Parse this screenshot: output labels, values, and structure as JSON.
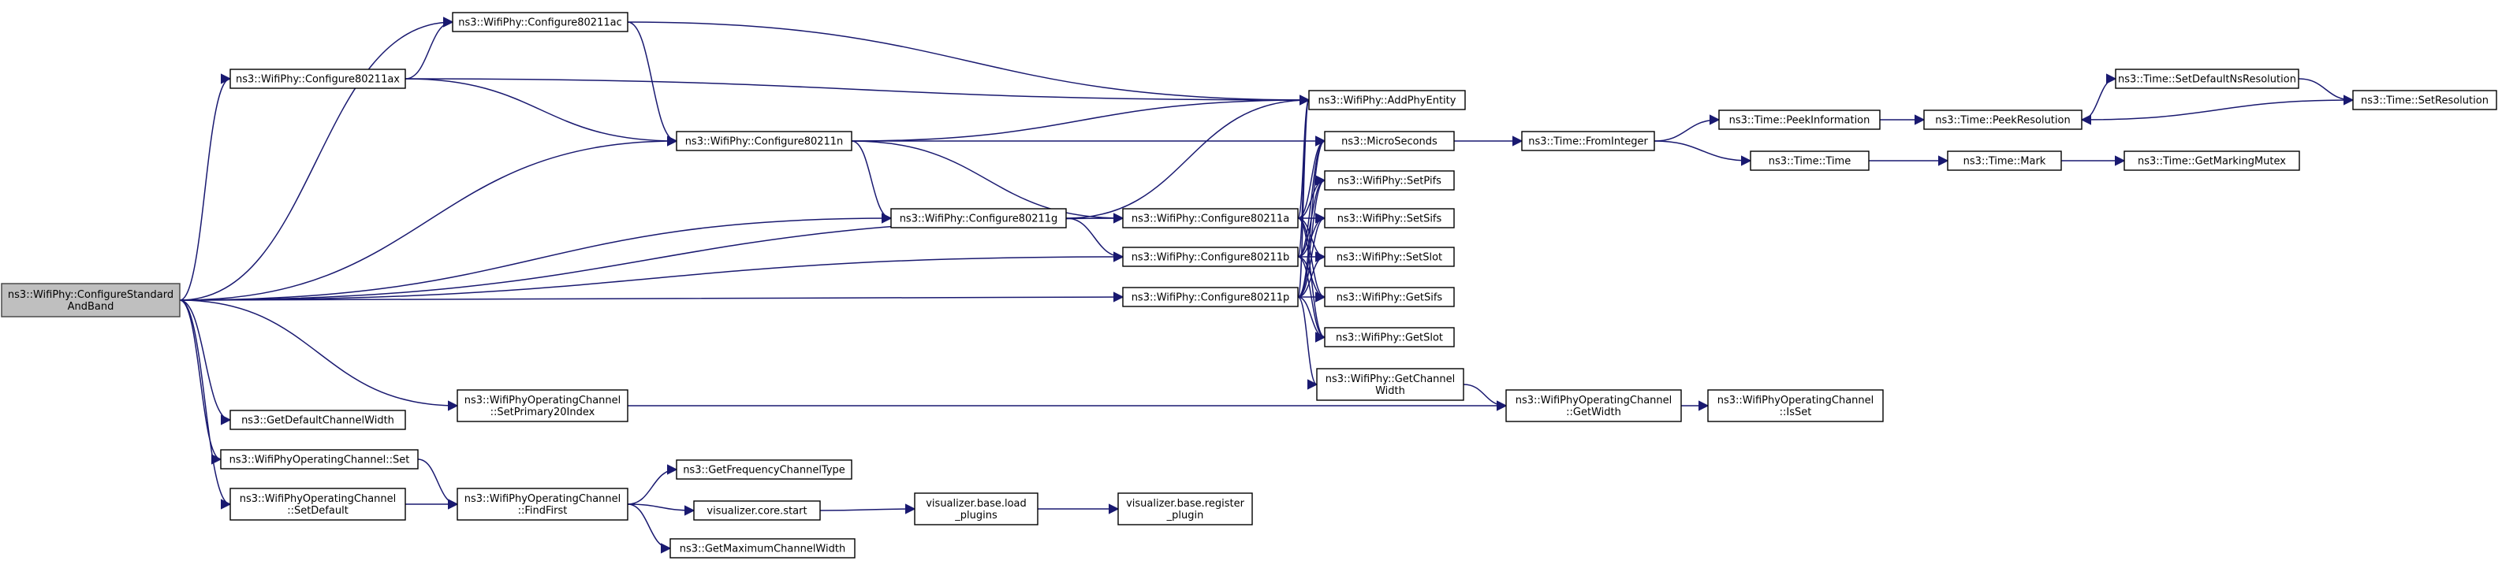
{
  "colors": {
    "edge": "#191970",
    "node_fill": "#ffffff",
    "root_fill": "#bfbfbf",
    "border": "#000000"
  },
  "nodes": {
    "root": [
      "ns3::WifiPhy::ConfigureStandard",
      "AndBand"
    ],
    "c80211ac": [
      "ns3::WifiPhy::Configure80211ac"
    ],
    "c80211ax": [
      "ns3::WifiPhy::Configure80211ax"
    ],
    "c80211n": [
      "ns3::WifiPhy::Configure80211n"
    ],
    "c80211g": [
      "ns3::WifiPhy::Configure80211g"
    ],
    "c80211a": [
      "ns3::WifiPhy::Configure80211a"
    ],
    "c80211b": [
      "ns3::WifiPhy::Configure80211b"
    ],
    "c80211p": [
      "ns3::WifiPhy::Configure80211p"
    ],
    "addphy": [
      "ns3::WifiPhy::AddPhyEntity"
    ],
    "micro": [
      "ns3::MicroSeconds"
    ],
    "setpifs": [
      "ns3::WifiPhy::SetPifs"
    ],
    "setsifs": [
      "ns3::WifiPhy::SetSifs"
    ],
    "setslot": [
      "ns3::WifiPhy::SetSlot"
    ],
    "getsifs": [
      "ns3::WifiPhy::GetSifs"
    ],
    "getslot": [
      "ns3::WifiPhy::GetSlot"
    ],
    "getchw": [
      "ns3::WifiPhy::GetChannel",
      "Width"
    ],
    "fromint": [
      "ns3::Time::FromInteger"
    ],
    "peekinfo": [
      "ns3::Time::PeekInformation"
    ],
    "timetime": [
      "ns3::Time::Time"
    ],
    "peekres": [
      "ns3::Time::PeekResolution"
    ],
    "setdefns": [
      "ns3::Time::SetDefaultNsResolution"
    ],
    "setres": [
      "ns3::Time::SetResolution"
    ],
    "mark": [
      "ns3::Time::Mark"
    ],
    "getmutex": [
      "ns3::Time::GetMarkingMutex"
    ],
    "getdefcw": [
      "ns3::GetDefaultChannelWidth"
    ],
    "setp20": [
      "ns3::WifiPhyOperatingChannel",
      "::SetPrimary20Index"
    ],
    "opset": [
      "ns3::WifiPhyOperatingChannel::Set"
    ],
    "setdef": [
      "ns3::WifiPhyOperatingChannel",
      "::SetDefault"
    ],
    "findfirst": [
      "ns3::WifiPhyOperatingChannel",
      "::FindFirst"
    ],
    "getwidth": [
      "ns3::WifiPhyOperatingChannel",
      "::GetWidth"
    ],
    "isset": [
      "ns3::WifiPhyOperatingChannel",
      "::IsSet"
    ],
    "getfreq": [
      "ns3::GetFrequencyChannelType"
    ],
    "vstart": [
      "visualizer.core.start"
    ],
    "getmaxcw": [
      "ns3::GetMaximumChannelWidth"
    ],
    "vload": [
      "visualizer.base.load",
      "_plugins"
    ],
    "vreg": [
      "visualizer.base.register",
      "_plugin"
    ]
  },
  "edges": [
    [
      "root",
      "c80211ac"
    ],
    [
      "root",
      "c80211ax"
    ],
    [
      "root",
      "c80211n"
    ],
    [
      "root",
      "c80211g"
    ],
    [
      "root",
      "c80211a"
    ],
    [
      "root",
      "c80211b"
    ],
    [
      "root",
      "c80211p"
    ],
    [
      "root",
      "getdefcw"
    ],
    [
      "root",
      "setp20"
    ],
    [
      "root",
      "opset"
    ],
    [
      "root",
      "setdef"
    ],
    [
      "c80211ax",
      "c80211ac"
    ],
    [
      "c80211ax",
      "addphy"
    ],
    [
      "c80211ax",
      "c80211n"
    ],
    [
      "c80211ac",
      "addphy"
    ],
    [
      "c80211ac",
      "c80211n"
    ],
    [
      "c80211n",
      "addphy"
    ],
    [
      "c80211n",
      "micro"
    ],
    [
      "c80211n",
      "c80211g"
    ],
    [
      "c80211n",
      "c80211a"
    ],
    [
      "c80211g",
      "addphy"
    ],
    [
      "c80211g",
      "c80211b"
    ],
    [
      "c80211a",
      "addphy"
    ],
    [
      "c80211a",
      "micro"
    ],
    [
      "c80211a",
      "setpifs"
    ],
    [
      "c80211a",
      "setsifs"
    ],
    [
      "c80211a",
      "setslot"
    ],
    [
      "c80211a",
      "getsifs"
    ],
    [
      "c80211a",
      "getslot"
    ],
    [
      "c80211b",
      "addphy"
    ],
    [
      "c80211b",
      "micro"
    ],
    [
      "c80211b",
      "setpifs"
    ],
    [
      "c80211b",
      "setsifs"
    ],
    [
      "c80211b",
      "setslot"
    ],
    [
      "c80211b",
      "getsifs"
    ],
    [
      "c80211b",
      "getslot"
    ],
    [
      "c80211p",
      "addphy"
    ],
    [
      "c80211p",
      "micro"
    ],
    [
      "c80211p",
      "setpifs"
    ],
    [
      "c80211p",
      "setsifs"
    ],
    [
      "c80211p",
      "setslot"
    ],
    [
      "c80211p",
      "getsifs"
    ],
    [
      "c80211p",
      "getslot"
    ],
    [
      "c80211p",
      "getchw"
    ],
    [
      "micro",
      "fromint"
    ],
    [
      "fromint",
      "peekinfo"
    ],
    [
      "fromint",
      "timetime"
    ],
    [
      "peekinfo",
      "peekres"
    ],
    [
      "peekres",
      "setdefns"
    ],
    [
      "setdefns",
      "setres"
    ],
    [
      "setres",
      "peekres"
    ],
    [
      "timetime",
      "mark"
    ],
    [
      "mark",
      "getmutex"
    ],
    [
      "getchw",
      "getwidth"
    ],
    [
      "setp20",
      "getwidth"
    ],
    [
      "getwidth",
      "isset"
    ],
    [
      "opset",
      "findfirst"
    ],
    [
      "setdef",
      "findfirst"
    ],
    [
      "findfirst",
      "getfreq"
    ],
    [
      "findfirst",
      "vstart"
    ],
    [
      "findfirst",
      "getmaxcw"
    ],
    [
      "vstart",
      "vload"
    ],
    [
      "vload",
      "vreg"
    ]
  ]
}
